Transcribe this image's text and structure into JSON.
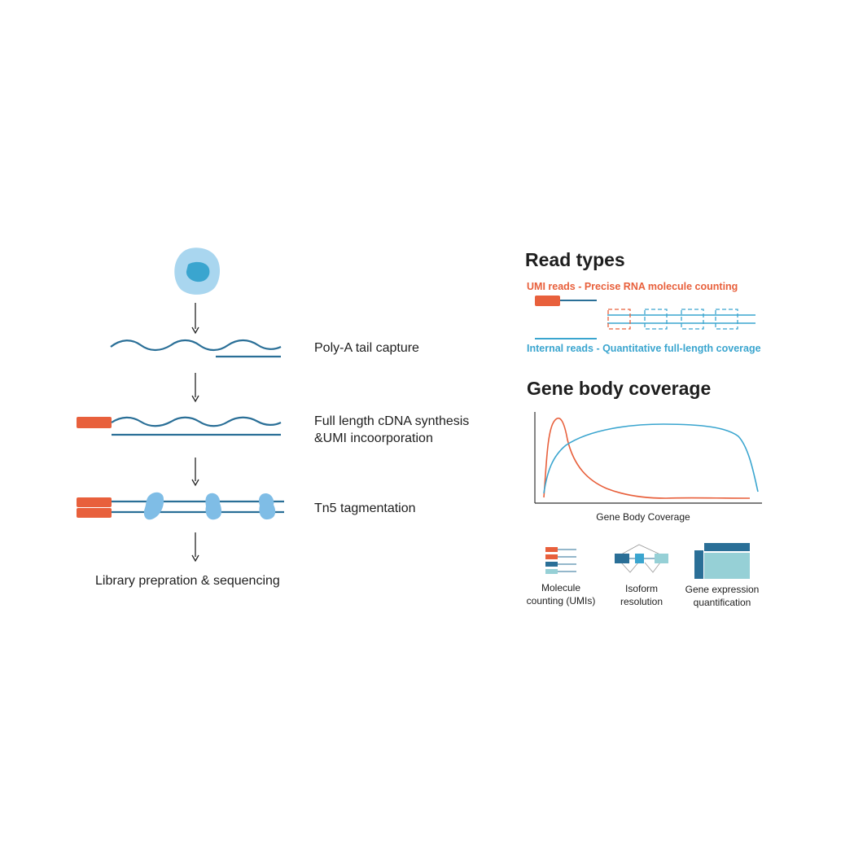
{
  "workflow": {
    "steps": [
      {
        "label": "Poly-A tail capture"
      },
      {
        "label": "Full length cDNA synthesis",
        "label_line2": "&UMI incoorporation"
      },
      {
        "label": "Tn5 tagmentation"
      },
      {
        "label": "Library prepration & sequencing"
      }
    ]
  },
  "read_types": {
    "title": "Read types",
    "umi_label": "UMI reads - Precise RNA molecule counting",
    "internal_label": "Internal reads - Quantitative full-length coverage"
  },
  "coverage": {
    "title": "Gene body coverage",
    "xlabel": "Gene Body Coverage"
  },
  "applications": [
    {
      "line1": "Molecule",
      "line2": "counting (UMIs)",
      "icon": "molecule-counting-icon"
    },
    {
      "line1": "Isoform",
      "line2": "resolution",
      "icon": "isoform-resolution-icon"
    },
    {
      "line1": "Gene expression",
      "line2": "quantification",
      "icon": "gene-expression-icon"
    }
  ],
  "colors": {
    "orange": "#e8603c",
    "dark_blue": "#2a6f97",
    "light_blue": "#3aa5cf",
    "pale_blue": "#8fc6e8",
    "teal_pale": "#96d0d6"
  }
}
